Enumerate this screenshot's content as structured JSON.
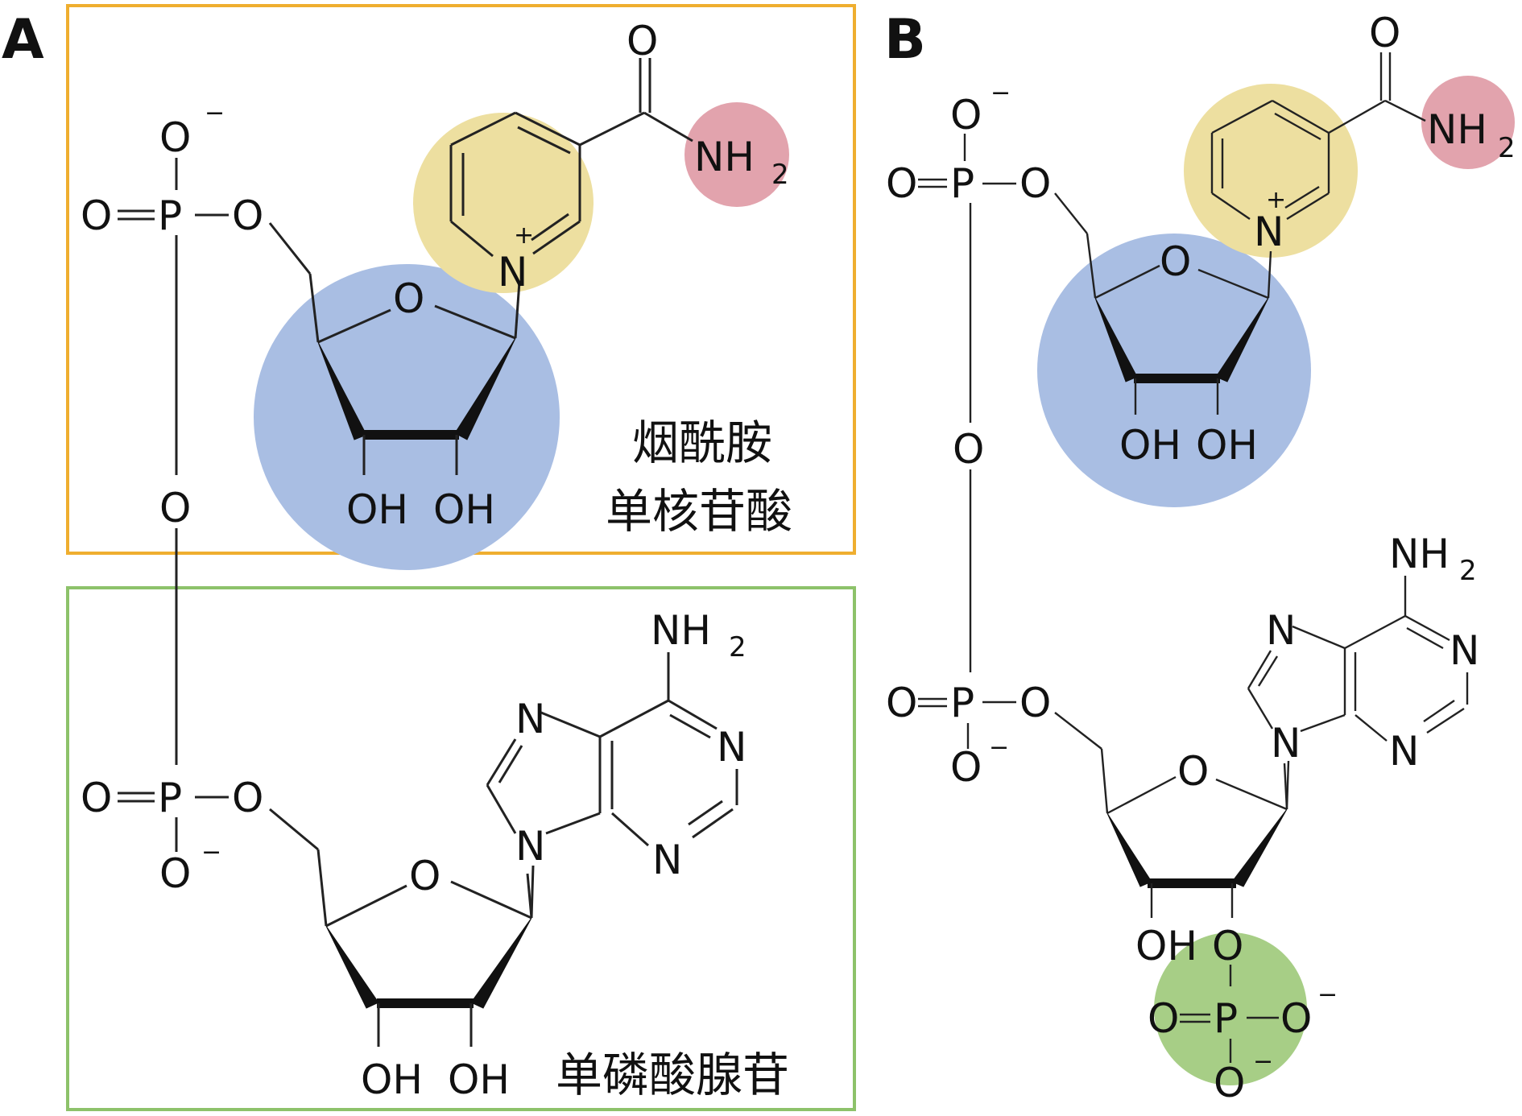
{
  "panels": {
    "a": "A",
    "b": "B"
  },
  "labels": {
    "nmn_line1": "烟酰胺",
    "nmn_line2": "单核苷酸",
    "amp": "单磷酸腺苷"
  },
  "atoms": {
    "O": "O",
    "P": "P",
    "N": "N",
    "NH": "NH",
    "two": "2",
    "OH": "OH",
    "plus": "+",
    "minus": "−"
  },
  "colors": {
    "box_nmn": "#EFAE2F",
    "box_amp": "#8DC26A",
    "ribose_circle": "#A9BEE3",
    "pyridinium_circle": "#EDDFA0",
    "amide_circle": "#E2A3AD",
    "phosphate_circle": "#A7CE86"
  }
}
